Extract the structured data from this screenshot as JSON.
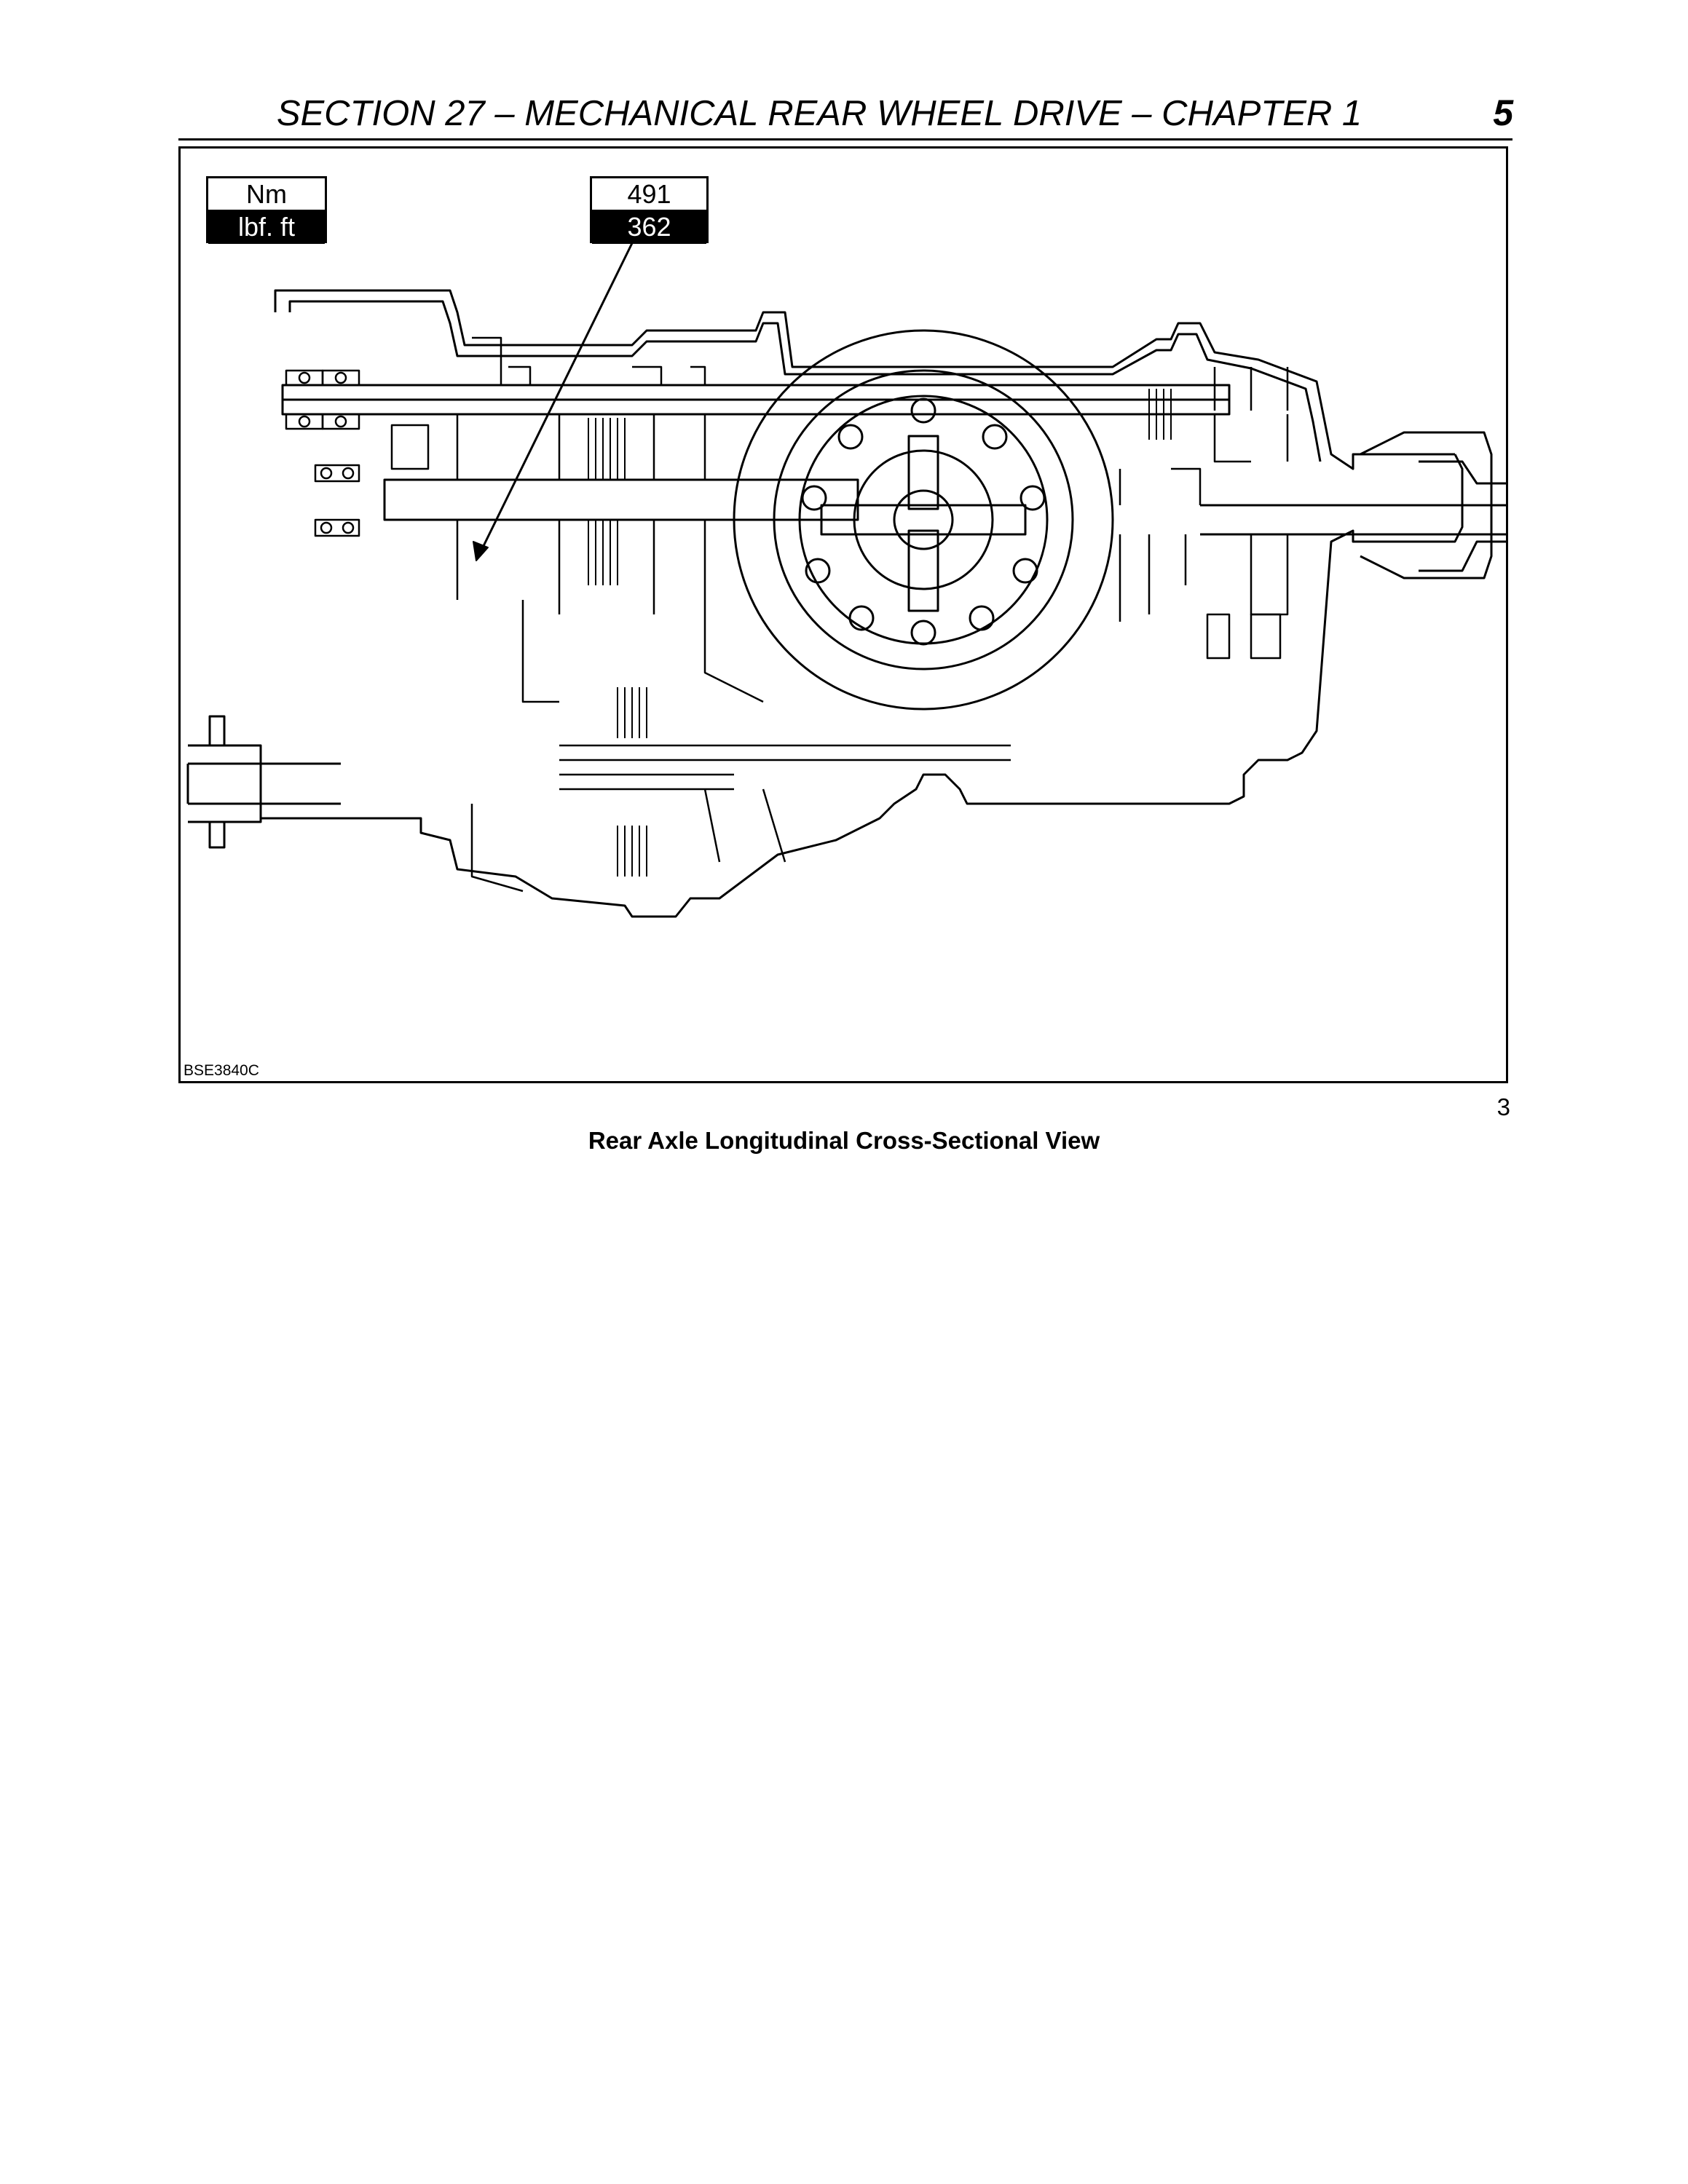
{
  "header": {
    "title": "SECTION 27 – MECHANICAL REAR WHEEL DRIVE – CHAPTER 1",
    "page_number": "5"
  },
  "figure": {
    "torque_legend": {
      "unit_metric": "Nm",
      "unit_imperial": "lbf. ft"
    },
    "torque_value": {
      "metric": "491",
      "imperial": "362"
    },
    "code": "BSE3840C",
    "number": "3",
    "caption": "Rear Axle Longitudinal Cross-Sectional View"
  }
}
